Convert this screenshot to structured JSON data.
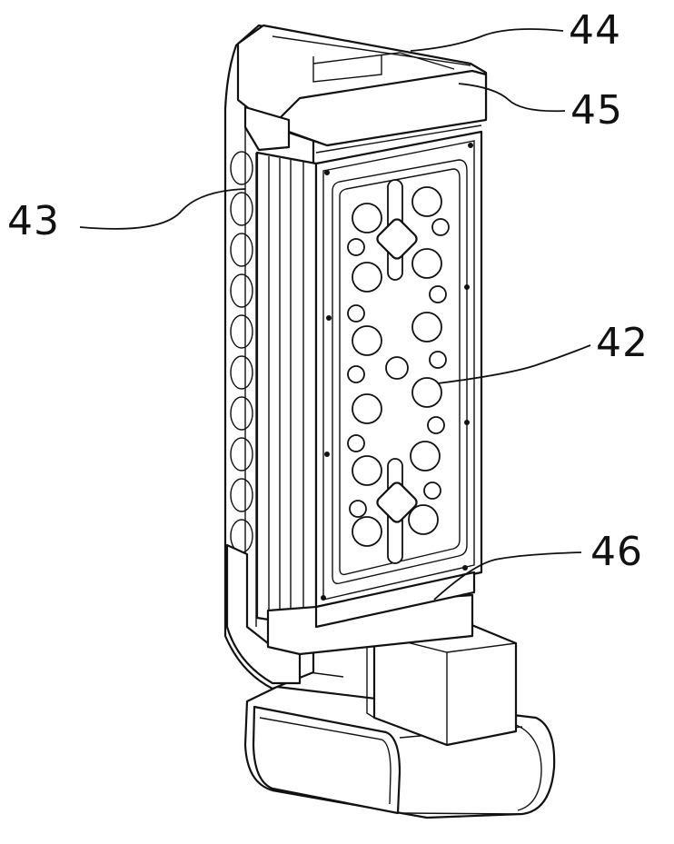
{
  "figure": {
    "labels": {
      "l44": "44",
      "l45": "45",
      "l43": "43",
      "l42": "42",
      "l46": "46"
    }
  }
}
